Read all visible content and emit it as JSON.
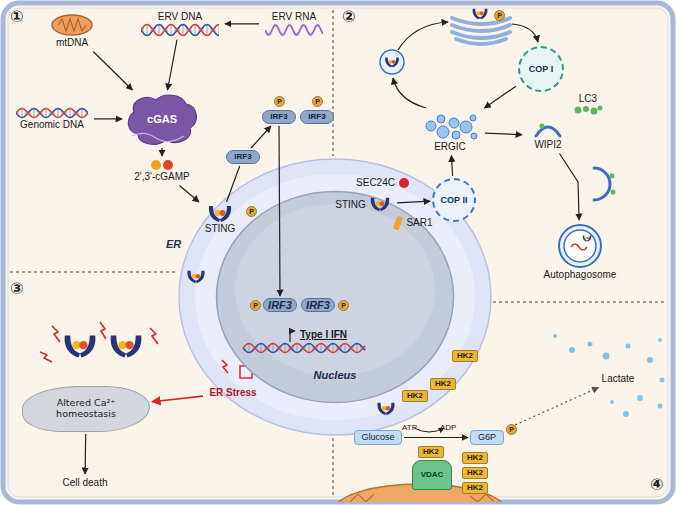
{
  "diagram": {
    "nodes": [
      {
        "text": [
          "mtDNA"
        ]
      },
      {
        "text": [
          "ERV DNA"
        ]
      },
      {
        "text": [
          "ERV RNA"
        ]
      },
      {
        "text": [
          "Genomic DNA"
        ]
      },
      {
        "text": [
          "cGAS"
        ]
      },
      {
        "text": [
          "2',3'-cGAMP"
        ]
      },
      {
        "text": [
          "STING"
        ]
      },
      {
        "text": [
          "IRF3"
        ]
      },
      {
        "text": [
          "IRF3"
        ]
      },
      {
        "text": [
          "IRF3"
        ]
      },
      {
        "text": [
          "Nucleus"
        ]
      },
      {
        "text": [
          "IRF3"
        ],
        "in": 10
      },
      {
        "text": [
          "IRF3"
        ],
        "in": 10
      },
      {
        "text": [
          "COP I"
        ]
      },
      {
        "text": [
          "ERGIC"
        ]
      },
      {
        "text": [
          "LC3"
        ]
      },
      {
        "text": [
          "WIPI2"
        ]
      },
      {
        "text": [
          "SEC24C"
        ]
      },
      {
        "text": [
          "STING"
        ]
      },
      {
        "text": [
          "SAR1"
        ]
      },
      {
        "text": [
          "COP II"
        ]
      },
      {
        "text": [
          "Autophagosome"
        ]
      },
      {
        "text": [
          "ER Stress"
        ]
      },
      {
        "text": [
          "Altered Ca²⁺ homeostasis"
        ]
      },
      {
        "text": [
          "Cell death"
        ]
      },
      {
        "text": [
          "HK2"
        ]
      },
      {
        "text": [
          "HK2"
        ]
      },
      {
        "text": [
          "HK2"
        ]
      },
      {
        "text": [
          "Glucose"
        ]
      },
      {
        "text": [
          "HK2"
        ]
      },
      {
        "text": [
          "VDAC"
        ]
      },
      {
        "text": [
          "G6P"
        ]
      },
      {
        "text": [
          "HK2"
        ]
      },
      {
        "text": [
          "HK2"
        ]
      },
      {
        "text": [
          "HK2"
        ]
      },
      {
        "text": [
          "Lactate"
        ]
      }
    ],
    "edges": [
      {
        "from": 0,
        "to": 4,
        "arrow": "to"
      },
      {
        "from": 2,
        "to": 1,
        "arrow": "to"
      },
      {
        "from": 1,
        "to": 4,
        "arrow": "to"
      },
      {
        "from": 3,
        "to": 4,
        "arrow": "to"
      },
      {
        "from": 4,
        "to": 5,
        "arrow": "to"
      },
      {
        "from": 5,
        "to": 6,
        "arrow": "to"
      },
      {
        "from": 6,
        "to": 7,
        "arrow": "none"
      },
      {
        "from": 7,
        "to": 8,
        "arrow": "to"
      },
      {
        "from": 8,
        "to": 11,
        "arrow": "to"
      },
      {
        "from": 18,
        "to": 20,
        "arrow": "to"
      },
      {
        "from": 20,
        "to": 14,
        "arrow": "to"
      },
      {
        "from": 13,
        "to": 14,
        "arrow": "to"
      },
      {
        "from": 14,
        "to": 16,
        "arrow": "to"
      },
      {
        "from": 16,
        "to": 21,
        "arrow": "to"
      },
      {
        "from": 22,
        "to": 23,
        "arrow": "to"
      },
      {
        "from": 23,
        "to": 24,
        "arrow": "to"
      },
      {
        "from": 28,
        "to": 31,
        "arrow": "to"
      },
      {
        "from": 31,
        "to": 35,
        "arrow": "to"
      }
    ],
    "labels": [
      "①",
      "ER",
      "P",
      "P",
      "P",
      "P",
      "P",
      "Type I IFN",
      "②",
      "P",
      "③",
      "ATP",
      "ADP",
      "P",
      "④"
    ]
  }
}
